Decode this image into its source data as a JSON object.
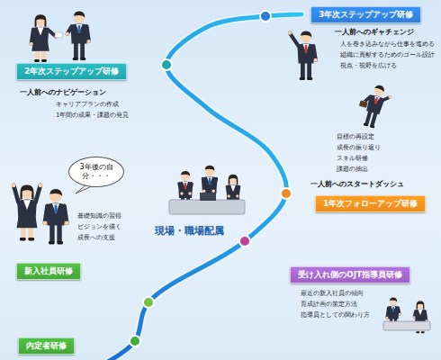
{
  "diagram": {
    "nodes": [
      {
        "text": [
          "3年次ステップアップ研修"
        ]
      },
      {
        "text": [
          "2年次ステップアップ研修"
        ]
      },
      {
        "text": [
          "1年次フォローアップ研修"
        ]
      },
      {
        "text": [
          "3年後の自分・・・"
        ]
      },
      {
        "text": [
          "新入社員研修"
        ]
      },
      {
        "text": [
          "受け入れ側のOJT指導員研修"
        ]
      },
      {
        "text": [
          "内定者研修"
        ]
      }
    ],
    "labels": [
      "一人前へのギャチェンジ",
      "人を巻き込みながら仕事を進める",
      "組織に貢献するためのゴール設計",
      "視点・視野を広げる",
      "一人前へのナビゲーション",
      "キャリアプランの作成",
      "1年間の成果・課題の発見",
      "目標の再設定",
      "成長の振り返り",
      "スキル研修",
      "課題の抽出",
      "一人前へのスタートダッシュ",
      "基礎知識の習得",
      "ビジョンを描く",
      "成長への支援",
      "現場・職場配属",
      "最近の新入社員の傾向",
      "育成計画の策定方法",
      "指導員としての関わり方"
    ]
  }
}
